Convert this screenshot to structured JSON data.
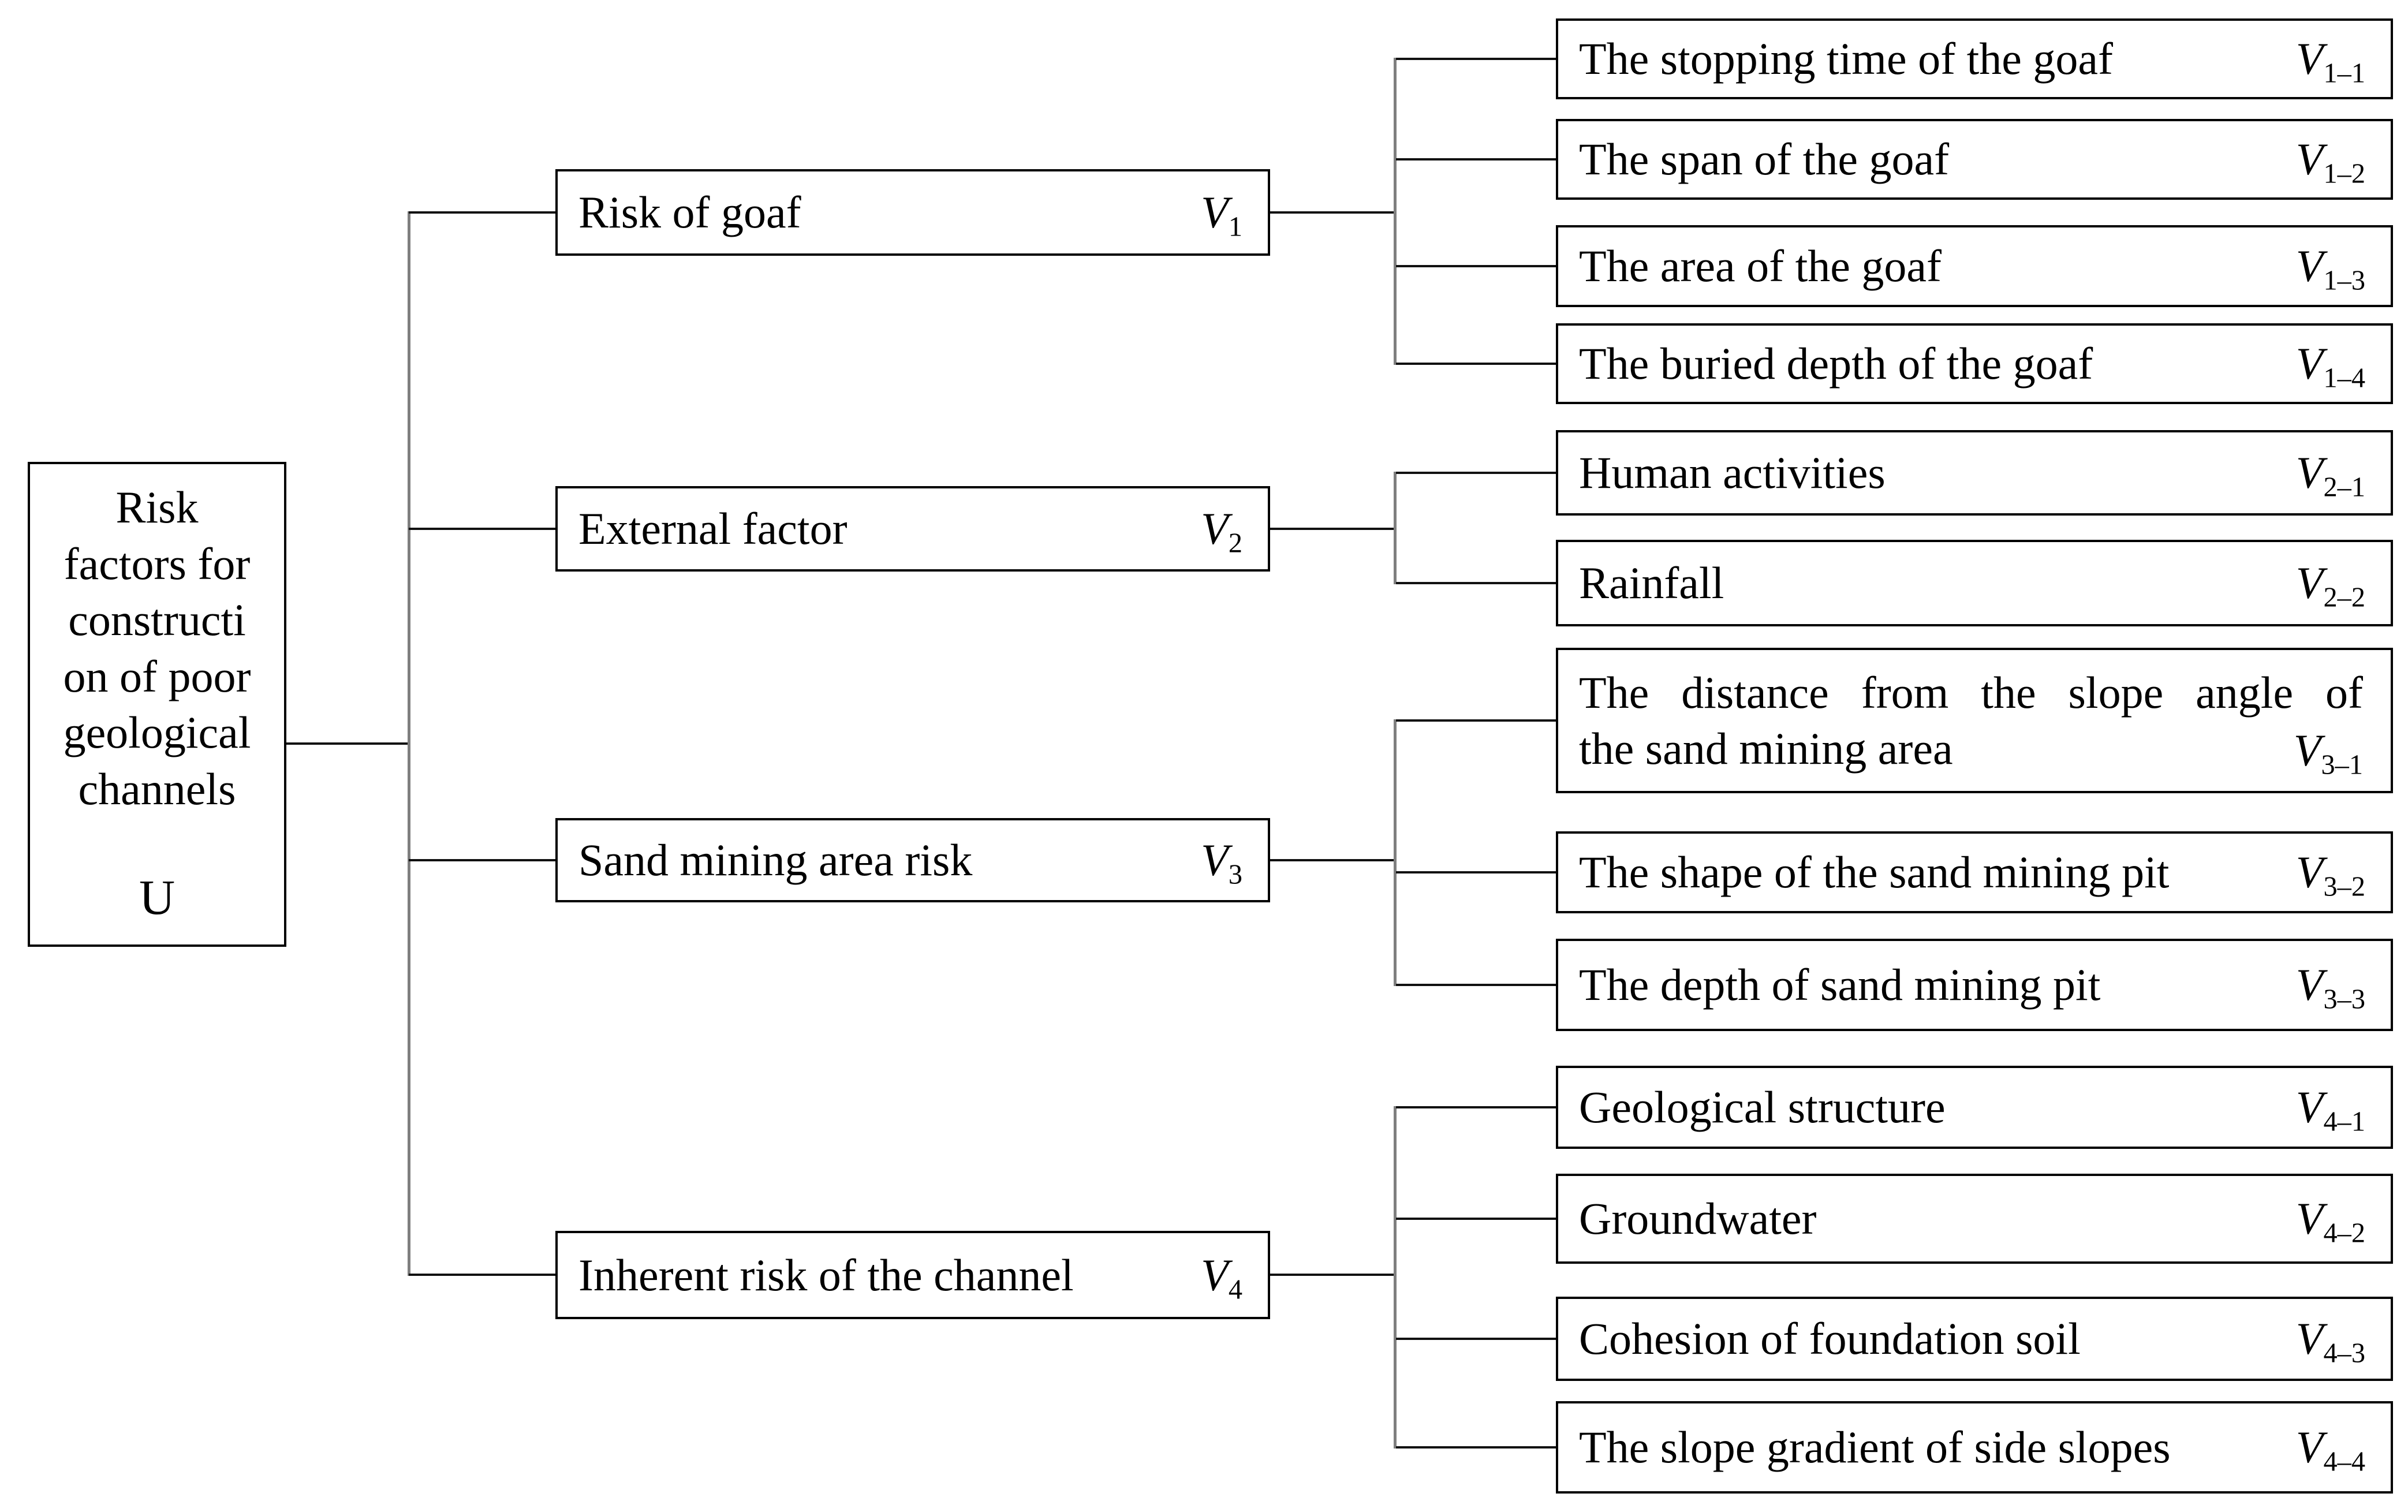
{
  "root": {
    "label": "Risk factors for construction of poor geological channels",
    "label_lines": [
      "Risk",
      "factors for",
      "constructi",
      "on of poor",
      "geological",
      "channels"
    ],
    "symbol": "U"
  },
  "parents": [
    {
      "label": "Risk of goaf",
      "symbol": "V",
      "sub": "1",
      "children": [
        {
          "label": "The stopping time of the goaf",
          "symbol": "V",
          "sub": "1–1"
        },
        {
          "label": "The span of the goaf",
          "symbol": "V",
          "sub": "1–2"
        },
        {
          "label": "The area of the goaf",
          "symbol": "V",
          "sub": "1–3"
        },
        {
          "label": "The buried depth of the goaf",
          "symbol": "V",
          "sub": "1–4"
        }
      ]
    },
    {
      "label": "External factor",
      "symbol": "V",
      "sub": "2",
      "children": [
        {
          "label": "Human activities",
          "symbol": "V",
          "sub": "2–1"
        },
        {
          "label": "Rainfall",
          "symbol": "V",
          "sub": "2–2"
        }
      ]
    },
    {
      "label": "Sand mining area risk",
      "symbol": "V",
      "sub": "3",
      "children": [
        {
          "label": "The distance from the slope angle of the sand mining area",
          "label_lines": [
            "The distance from the slope angle of",
            "the sand mining area"
          ],
          "symbol": "V",
          "sub": "3–1"
        },
        {
          "label": "The shape of the sand mining pit",
          "symbol": "V",
          "sub": "3–2"
        },
        {
          "label": "The depth of sand mining pit",
          "symbol": "V",
          "sub": "3–3"
        }
      ]
    },
    {
      "label": "Inherent risk of the channel",
      "symbol": "V",
      "sub": "4",
      "children": [
        {
          "label": "Geological structure",
          "symbol": "V",
          "sub": "4–1"
        },
        {
          "label": "Groundwater",
          "symbol": "V",
          "sub": "4–2"
        },
        {
          "label": "Cohesion of foundation soil",
          "symbol": "V",
          "sub": "4–3"
        },
        {
          "label": "The slope gradient of side slopes",
          "symbol": "V",
          "sub": "4–4"
        }
      ]
    }
  ],
  "colors": {
    "box_border": "#000000",
    "connector_dark": "#111111",
    "connector_gray": "#7f7f7f",
    "background": "#ffffff",
    "text": "#000000"
  }
}
